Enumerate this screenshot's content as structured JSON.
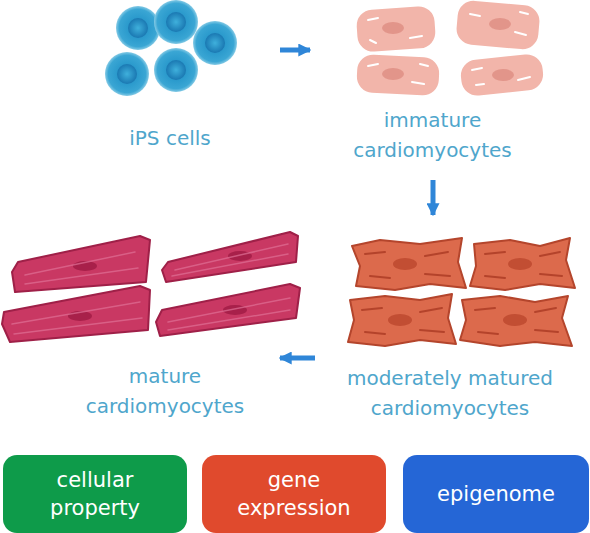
{
  "diagram": {
    "nodes": [
      {
        "text": [
          "iPS cells"
        ]
      },
      {
        "text": [
          "immature cardiomyocytes"
        ]
      },
      {
        "text": [
          "moderately matured cardiomyocytes"
        ]
      },
      {
        "text": [
          "mature cardiomyocytes"
        ]
      },
      {
        "text": [
          "cellular property"
        ]
      },
      {
        "text": [
          "gene expression"
        ]
      },
      {
        "text": [
          "epigenome"
        ]
      }
    ],
    "edges": [
      {
        "from": 0,
        "to": 1,
        "arrow": "to"
      },
      {
        "from": 1,
        "to": 2,
        "arrow": "to"
      },
      {
        "from": 2,
        "to": 3,
        "arrow": "to"
      }
    ]
  }
}
